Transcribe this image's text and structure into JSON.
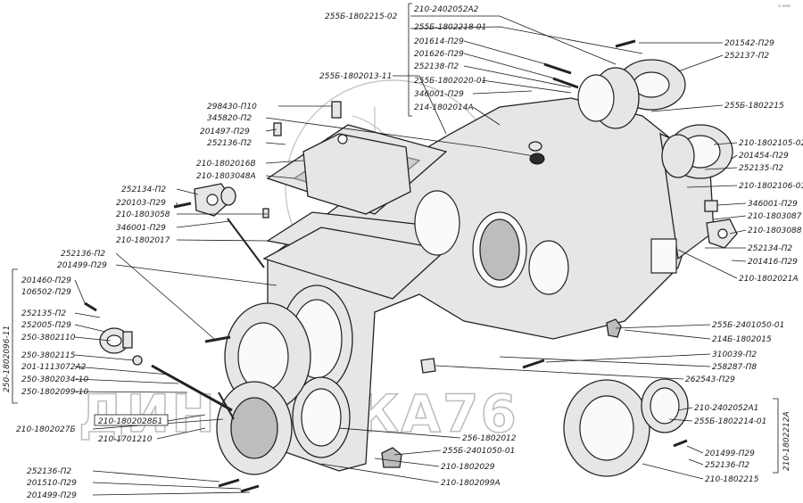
{
  "watermark": "ДИНАМИКА76",
  "corner_mark": "ᵘ ᵒᵒᵒ",
  "labels_left": [
    "298430-П10",
    "345820-П2",
    "201497-П29",
    "252136-П2",
    "210-1802016В",
    "210-1803048А",
    "252134-П2",
    "220103-П29",
    "210-1803058",
    "346001-П29",
    "210-1802017",
    "252136-П2",
    "201499-П29",
    "201460-П29",
    "106502-П29",
    "252135-П2",
    "252005-П29",
    "250-3802110",
    "250-3802115",
    "201-1113072А2",
    "250-3802034-10",
    "250-1802099-10",
    "210-1802027Б",
    "210-1802028Б1",
    "210-1701210",
    "252136-П2",
    "201510-П29",
    "201499-П29"
  ],
  "labels_top": [
    "255Б-1802215-02",
    "210-2402052А2",
    "255Б-1802218-01",
    "201614-П29",
    "201626-П29",
    "252138-П2",
    "255Б-1802020-01",
    "346001-П29",
    "214-1802014А",
    "255Б-1802013-11"
  ],
  "labels_right": [
    "201542-П29",
    "252137-П2",
    "255Б-1802215",
    "210-1802105-02",
    "201454-П29",
    "252135-П2",
    "210-1802106-01",
    "346001-П29",
    "210-1803087",
    "210-1803088",
    "252134-П2",
    "201416-П29",
    "210-1802021А",
    "255Б-2401050-01",
    "214Б-1802015",
    "310039-П2",
    "258287-П8",
    "262543-П29",
    "210-2402052А1",
    "255Б-1802214-01",
    "201499-П29",
    "252136-П2",
    "210-1802215"
  ],
  "labels_bottom": [
    "256-1802012",
    "255Б-2401050-01",
    "210-1802029",
    "210-1802099А"
  ],
  "bracket_left": "250-1802096-11",
  "bracket_right": "210-1802212А"
}
